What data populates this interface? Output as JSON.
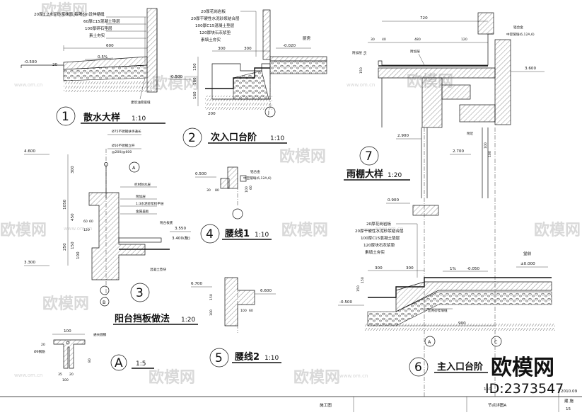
{
  "sheet": {
    "watermark_text": "欧模网",
    "watermark_url": "www.om.cn",
    "brand_big": "欧模网",
    "brand_id": "ID:2373547",
    "project_code": "110",
    "date": "2010.09",
    "drawing_stage": "施工图",
    "drawing_title": "节点详图A",
    "discipline": "建 施",
    "sheet_number": "15"
  },
  "details": [
    {
      "id": "1",
      "name": "散水大样",
      "scale": "1:10"
    },
    {
      "id": "2",
      "name": "次入口台阶",
      "scale": "1:10"
    },
    {
      "id": "3",
      "name": "阳台挡板做法",
      "scale": "1:20"
    },
    {
      "id": "4",
      "name": "腰线1",
      "scale": "1:10"
    },
    {
      "id": "5",
      "name": "腰线2",
      "scale": "1:10"
    },
    {
      "id": "6",
      "name": "主入口台阶",
      "scale": ""
    },
    {
      "id": "7",
      "name": "雨棚大样",
      "scale": "1:20"
    },
    {
      "id": "A",
      "name": "",
      "scale": "1:5"
    }
  ],
  "detail1": {
    "layers": [
      "20厚1:2水泥砂浆抹面,每隔6m设伸缩缝",
      "60厚C15混凝土垫层",
      "100厚碎石垫层",
      "素土夯实"
    ],
    "dims": [
      "600",
      "0.5%",
      "20"
    ],
    "levels": [
      "-0.500"
    ],
    "note": "建筑油膏嵌缝"
  },
  "detail2": {
    "layers": [
      "20厚花岗岩板",
      "20厚干硬性水泥砂浆结合层",
      "100厚C15混凝土垫层",
      "120厚块石灰浆垫",
      "素填土夯实"
    ],
    "room": "厨房",
    "levels": [
      "-0.020",
      "-0.500"
    ],
    "dims": [
      "300",
      "300",
      "150",
      "160",
      "160",
      "200"
    ],
    "axis": "J"
  },
  "detail3": {
    "levels": [
      "4.600",
      "3.300",
      "3.550",
      "3.400(板)"
    ],
    "labels": [
      "Ø75不锈钢扶手通长",
      "Ø50不锈钢立杆",
      "@200/@600",
      "栏材防水层",
      "附加层",
      "1:3水泥砂浆找平层",
      "金属盖板",
      "附台板底",
      "混凝土垫块"
    ],
    "dims": [
      "300",
      "1050",
      "450",
      "60",
      "60",
      "120",
      "250",
      "150",
      "100"
    ],
    "axis_top": "A",
    "axis_bottom": "B"
  },
  "detail4": {
    "levels": [
      "0.500"
    ],
    "labels": [
      "铝合金",
      "中空玻璃(6,12A,6)"
    ],
    "dims": [
      "30",
      "80",
      "100",
      "60"
    ]
  },
  "detail5": {
    "levels": [
      "6.700",
      "6.600"
    ],
    "dims": [
      "150",
      "100",
      "100",
      "60"
    ]
  },
  "detail6": {
    "layers": [
      "20厚花岗岩板",
      "20厚干硬性水泥砂浆结合层",
      "100厚C15混凝土垫层",
      "120厚块石灰浆垫",
      "素填土夯实"
    ],
    "levels": [
      "0.900",
      "-0.050",
      "±0.000",
      "-0.500"
    ],
    "room": "堂前",
    "slope": "1%",
    "note": "沥青砂浆填缝",
    "dims": [
      "300",
      "300",
      "900",
      "150",
      "150"
    ],
    "axes": [
      "A",
      "C"
    ]
  },
  "detail7": {
    "labels": [
      "附加层",
      "铝合金",
      "中空玻璃(6,12A,6)",
      "附加层",
      "附近"
    ],
    "levels": [
      "3.600",
      "2.900",
      "2.700"
    ],
    "dims": [
      "720",
      "30",
      "40",
      "480",
      "120",
      "50",
      "150",
      "100",
      "100"
    ]
  },
  "detailA": {
    "labels": [
      "通长圆钢",
      "Ø6钢筋"
    ],
    "dims": [
      "100",
      "20",
      "35",
      "20",
      "80",
      "100"
    ]
  }
}
